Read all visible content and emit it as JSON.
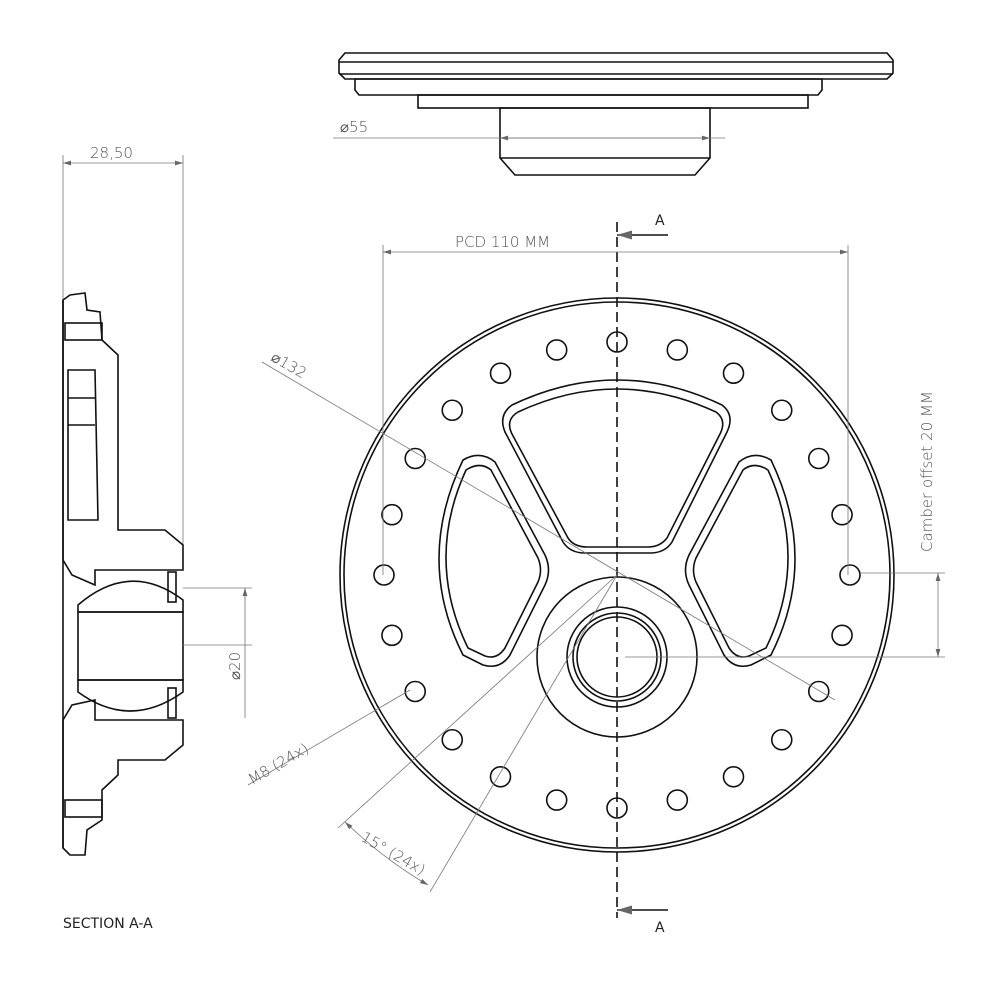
{
  "drawing": {
    "dimensions": {
      "section_width": "28,50",
      "hub_diameter": "⌀55",
      "pcd": "PCD 110 MM",
      "outer_diameter": "⌀132",
      "camber_offset": "Camber offset 20 MM",
      "bore_diameter": "⌀20",
      "bolt_holes": "M8 (24x)",
      "hole_angle": "15° (24x)"
    },
    "section_marker_top": "A",
    "section_marker_bottom": "A",
    "section_title": "SECTION A-A",
    "bolt_hole_count": 24
  }
}
